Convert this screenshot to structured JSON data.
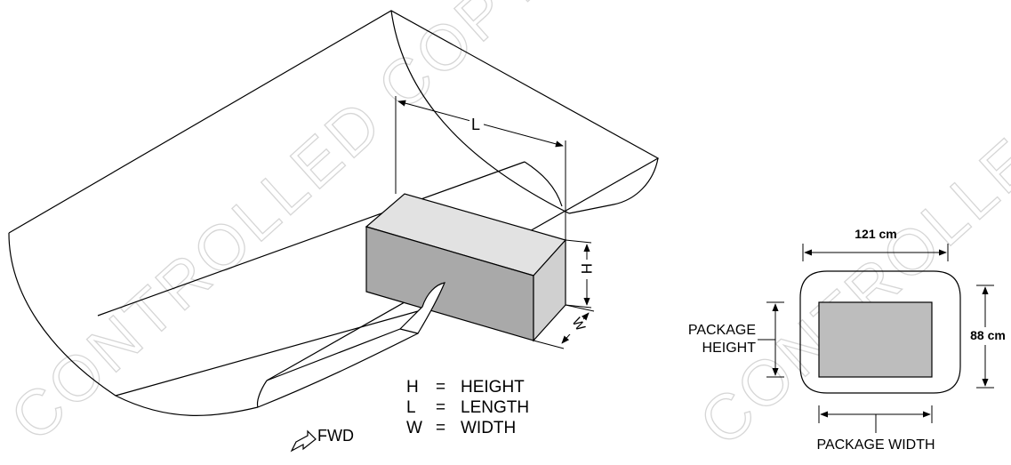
{
  "watermark": "CONTROLLED COPY",
  "hold_diagram": {
    "dimension_labels": {
      "length": "L",
      "height": "H",
      "width": "W"
    },
    "legend": [
      {
        "symbol": "H",
        "eq": "=",
        "meaning": "HEIGHT"
      },
      {
        "symbol": "L",
        "eq": "=",
        "meaning": "LENGTH"
      },
      {
        "symbol": "W",
        "eq": "=",
        "meaning": "WIDTH"
      }
    ],
    "fwd_label": "FWD"
  },
  "door_diagram": {
    "door_width": "121 cm",
    "door_height": "88 cm",
    "package_height_line1": "PACKAGE",
    "package_height_line2": "HEIGHT",
    "package_width": "PACKAGE WIDTH"
  },
  "colors": {
    "line": "#000000",
    "box_top": "#e2e2e2",
    "box_front": "#a9a9a9",
    "box_side": "#d0d0d0",
    "package_fill": "#bdbdbd",
    "watermark": "#d6d6d6"
  }
}
